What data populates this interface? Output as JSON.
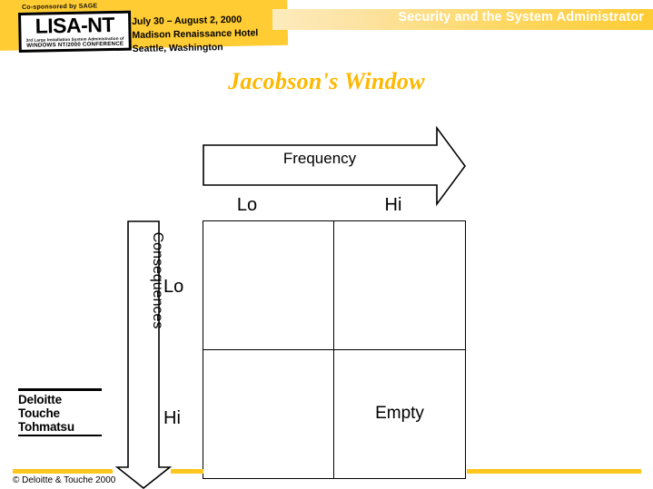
{
  "banner": {
    "sponsor_line": "Co-sponsored by SAGE",
    "logo_title": "LISA-NT",
    "logo_sub1": "3rd Large Installation System Administration of",
    "logo_sub2": "WINDOWS NT/2000 CONFERENCE",
    "dates": "July 30 – August 2, 2000",
    "venue": "Madison Renaissance Hotel",
    "city": "Seattle, Washington",
    "header_title": "Security and the System Administrator",
    "yellow": "#FFCC33",
    "header_gradient_from": "#FDEBBD",
    "header_gradient_to": "#FFCC33",
    "header_text_color": "#FFFFFF"
  },
  "slide": {
    "title": "Jacobson's Window",
    "title_color": "#FFB800"
  },
  "diagram": {
    "x_axis_label": "Frequency",
    "y_axis_label": "Consequences",
    "columns": [
      {
        "label": "Lo"
      },
      {
        "label": "Hi"
      }
    ],
    "rows": [
      {
        "label": "Lo"
      },
      {
        "label": "Hi"
      }
    ],
    "cells": [
      {
        "position": "top-left",
        "text": ""
      },
      {
        "position": "top-right",
        "text": ""
      },
      {
        "position": "bottom-left",
        "text": ""
      },
      {
        "position": "bottom-right",
        "text": "Empty"
      }
    ],
    "stroke_color": "#000000",
    "fill_color": "#FFFFFF"
  },
  "footer": {
    "logo_line1": "Deloitte",
    "logo_line2": "Touche",
    "logo_line3": "Tohmatsu",
    "copyright": "© Deloitte & Touche 2000",
    "rule_color": "#FFC61E"
  }
}
